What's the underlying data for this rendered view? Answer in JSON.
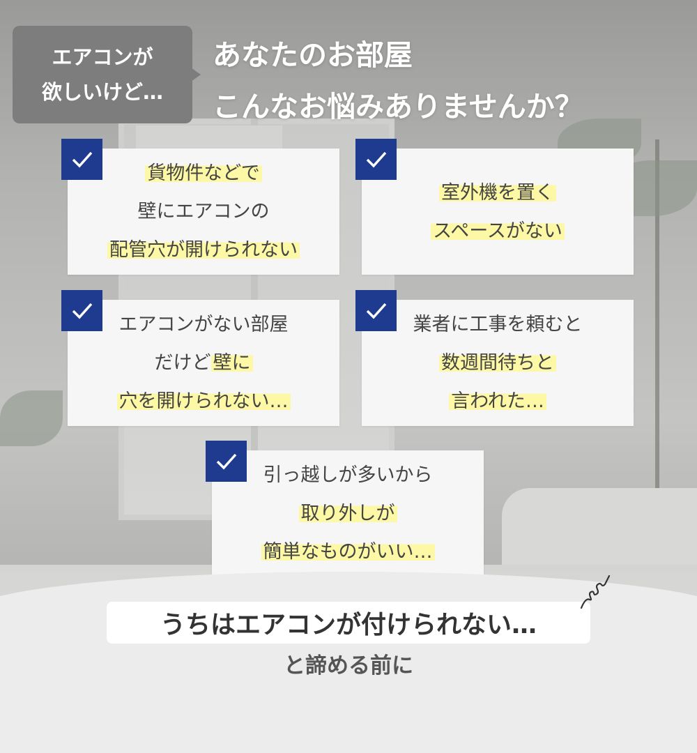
{
  "bubble": {
    "line1": "エアコンが",
    "line2": "欲しいけど…"
  },
  "headline": {
    "line1": "あなたのお部屋",
    "line2": "こんなお悩みありませんか？"
  },
  "cards": [
    {
      "lines": [
        {
          "text": "貨物件などで",
          "highlight": true
        },
        {
          "text": "壁にエアコンの",
          "highlight": false
        },
        {
          "text": "配管穴が開けられない",
          "highlight": true
        }
      ]
    },
    {
      "lines": [
        {
          "text": "室外機を置く",
          "highlight": true
        },
        {
          "text": "スペースがない",
          "highlight": true
        }
      ]
    },
    {
      "lines": [
        {
          "text": "エアコンがない部屋",
          "highlight": false
        },
        {
          "pre": "だけど",
          "text": "壁に",
          "highlight": true
        },
        {
          "text": "穴を開けられない…",
          "highlight": true
        }
      ]
    },
    {
      "lines": [
        {
          "text": "業者に工事を頼むと",
          "highlight": false
        },
        {
          "text": "数週間待ちと",
          "highlight": true
        },
        {
          "text": "言われた…",
          "highlight": true
        }
      ]
    },
    {
      "lines": [
        {
          "text": "引っ越しが多いから",
          "highlight": false
        },
        {
          "text": "取り外しが",
          "highlight": true
        },
        {
          "text": "簡単なものがいい…",
          "highlight": true
        }
      ]
    }
  ],
  "bottom": {
    "banner": "うちはエアコンが付けられない…",
    "sub": "と諦める前に"
  },
  "colors": {
    "check": "#1e3b8f",
    "highlight": "#fdf8a5",
    "bubble": "#7d7d7d"
  },
  "icons": {
    "check": "checkmark-icon",
    "squiggle": "squiggle-icon"
  }
}
